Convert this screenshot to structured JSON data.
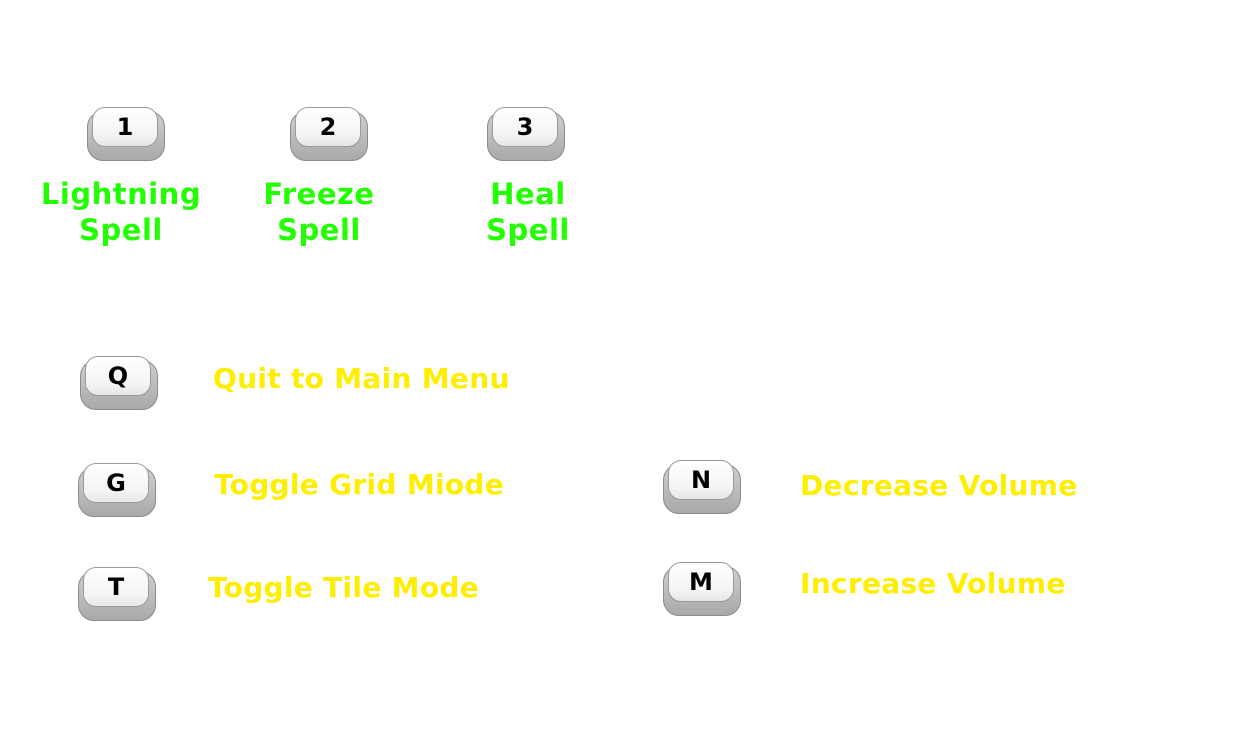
{
  "colors": {
    "spell_text": "#22ff00",
    "action_text": "#ffee00",
    "key_face": "#ffffff",
    "key_letter": "#000000"
  },
  "spells": [
    {
      "key": "1",
      "line1": "Lightning",
      "line2": "Spell"
    },
    {
      "key": "2",
      "line1": "Freeze",
      "line2": "Spell"
    },
    {
      "key": "3",
      "line1": "Heal",
      "line2": "Spell"
    }
  ],
  "actions": [
    {
      "key": "Q",
      "label": "Quit to Main Menu"
    },
    {
      "key": "G",
      "label": "Toggle Grid Miode"
    },
    {
      "key": "T",
      "label": "Toggle Tile Mode"
    },
    {
      "key": "N",
      "label": "Decrease Volume"
    },
    {
      "key": "M",
      "label": "Increase Volume"
    }
  ]
}
